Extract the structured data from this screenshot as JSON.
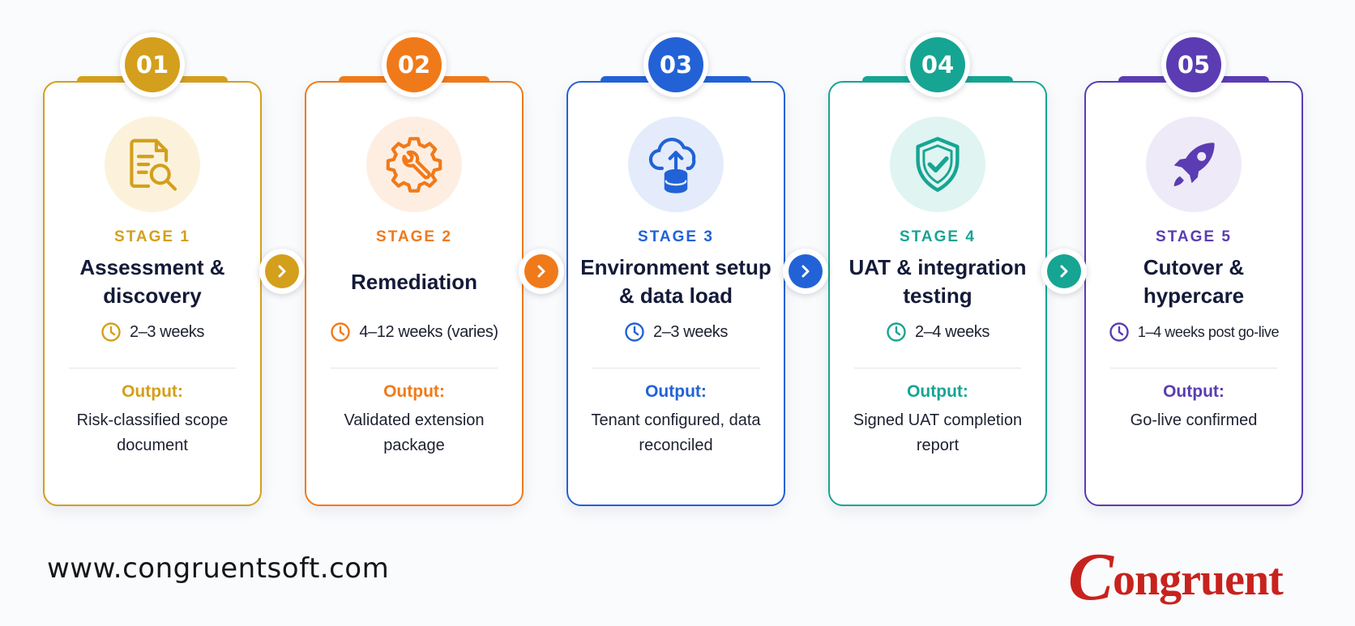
{
  "stages": [
    {
      "number": "01",
      "stage_label": "STAGE 1",
      "title": "Assessment & discovery",
      "duration": "2–3 weeks",
      "output_label": "Output:",
      "output": "Risk-classified scope document",
      "color": "#d39f1c",
      "icon": "document-search-icon"
    },
    {
      "number": "02",
      "stage_label": "STAGE 2",
      "title": "Remediation",
      "duration": "4–12 weeks (varies)",
      "output_label": "Output:",
      "output": "Validated extension package",
      "color": "#f07a1a",
      "icon": "gear-wrench-icon"
    },
    {
      "number": "03",
      "stage_label": "STAGE 3",
      "title": "Environment setup & data load",
      "duration": "2–3 weeks",
      "output_label": "Output:",
      "output": "Tenant configured, data reconciled",
      "color": "#2262d6",
      "icon": "cloud-upload-database-icon"
    },
    {
      "number": "04",
      "stage_label": "STAGE 4",
      "title": "UAT & integration testing",
      "duration": "2–4 weeks",
      "output_label": "Output:",
      "output": "Signed UAT completion report",
      "color": "#16a593",
      "icon": "shield-check-icon"
    },
    {
      "number": "05",
      "stage_label": "STAGE 5",
      "title": "Cutover & hypercare",
      "duration": "1–4 weeks post go-live",
      "output_label": "Output:",
      "output": "Go-live confirmed",
      "color": "#5b3cb3",
      "icon": "rocket-icon"
    }
  ],
  "footer": {
    "website": "www.congruentsoft.com",
    "logo_text": "Congruent",
    "logo_color": "#c8221e"
  }
}
